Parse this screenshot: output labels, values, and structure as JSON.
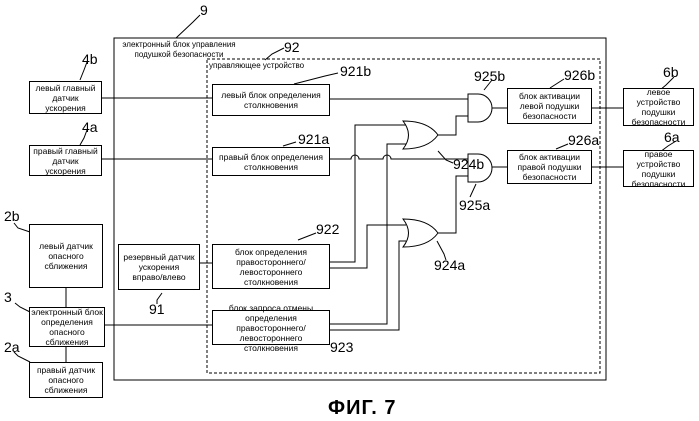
{
  "blocks": {
    "ecu_label": "электронный блок управления\nподушкой безопасности",
    "control_label": "управляющее устройство",
    "left_main_sensor": "левый главный\nдатчик ускорения",
    "right_main_sensor": "правый главный\nдатчик ускорения",
    "left_collision_block": "левый блок определения\nстолкновения",
    "right_collision_block": "правый блок определения\nстолкновения",
    "left_activation_block": "блок активации\nлевой подушки\nбезопасности",
    "right_activation_block": "блок активации\nправой подушки\nбезопасности",
    "left_airbag_device": "левое устройство\nподушки\nбезопасности",
    "right_airbag_device": "правое устройство\nподушки\nбезопасности",
    "backup_sensor": "резервный датчик\nускорения\nвправо/влево",
    "lr_determination_block": "блок определения\nправостороннего/\nлевостороннего столкновения",
    "cancel_request_block": "блок запроса отмены\nопределения правостороннего/\nлевостороннего столкновения",
    "left_proximity_sensor": "левый датчик\nопасного\nсближения",
    "proximity_electronic_block": "электронный блок\nопределения\nопасного\nсближения",
    "right_proximity_sensor": "правый датчик\nопасного\nсближения"
  },
  "refs": {
    "r9": "9",
    "r92": "92",
    "r921b": "921b",
    "r921a": "921a",
    "r925b": "925b",
    "r926b": "926b",
    "r6b": "6b",
    "r4b": "4b",
    "r4a": "4a",
    "r924b": "924b",
    "r926a": "926a",
    "r6a": "6a",
    "r925a": "925a",
    "r924a": "924a",
    "r922": "922",
    "r91": "91",
    "r923": "923",
    "r2b": "2b",
    "r3": "3",
    "r2a": "2a"
  },
  "caption": "ФИГ. 7"
}
